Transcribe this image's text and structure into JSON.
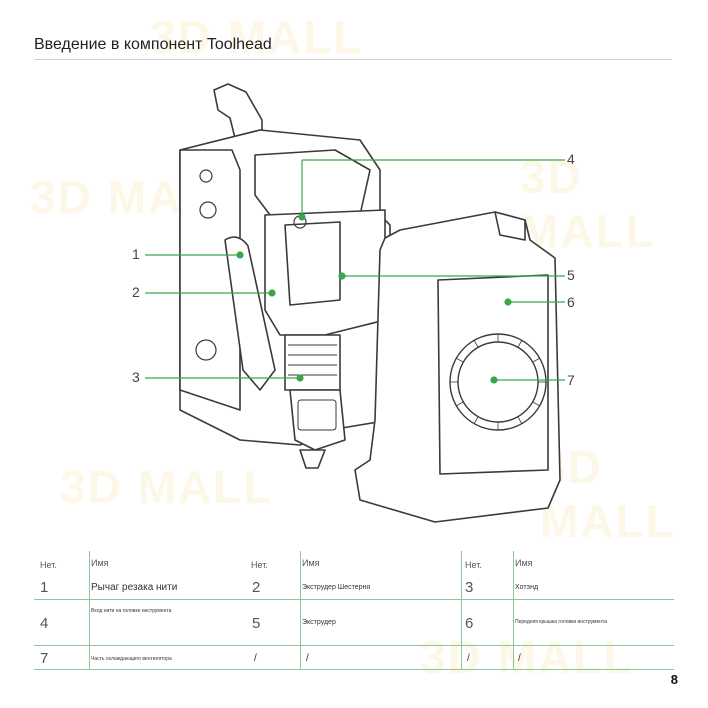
{
  "page": {
    "title": "Введение в компонент Toolhead",
    "page_number": "8",
    "watermark": "3D MALL"
  },
  "figure": {
    "callouts": [
      "1",
      "2",
      "3",
      "4",
      "5",
      "6",
      "7"
    ]
  },
  "table": {
    "header": {
      "col1_no": "Нет.",
      "col1_name": "Имя",
      "col2_no": "Нет.",
      "col2_name": "Имя",
      "col3_no": "Нет.",
      "col3_name": "Имя"
    },
    "rows": [
      [
        {
          "no": "1",
          "name": "Рычаг резака нити"
        },
        {
          "no": "2",
          "name": "Экструдер Шестерня"
        },
        {
          "no": "3",
          "name": "Хотэнд"
        }
      ],
      [
        {
          "no": "4",
          "name": "Вход нити на головке инструмента"
        },
        {
          "no": "5",
          "name": "Экструдер"
        },
        {
          "no": "6",
          "name": "Передняя крышка головки инструмента"
        }
      ],
      [
        {
          "no": "7",
          "name": "Часть охлаждающего вентилятора"
        },
        {
          "no": "/",
          "name": "/"
        },
        {
          "no": "/",
          "name": "/"
        }
      ]
    ]
  },
  "colors": {
    "accent_green": "#3aa64a",
    "line_gray": "#cfcfcf"
  }
}
